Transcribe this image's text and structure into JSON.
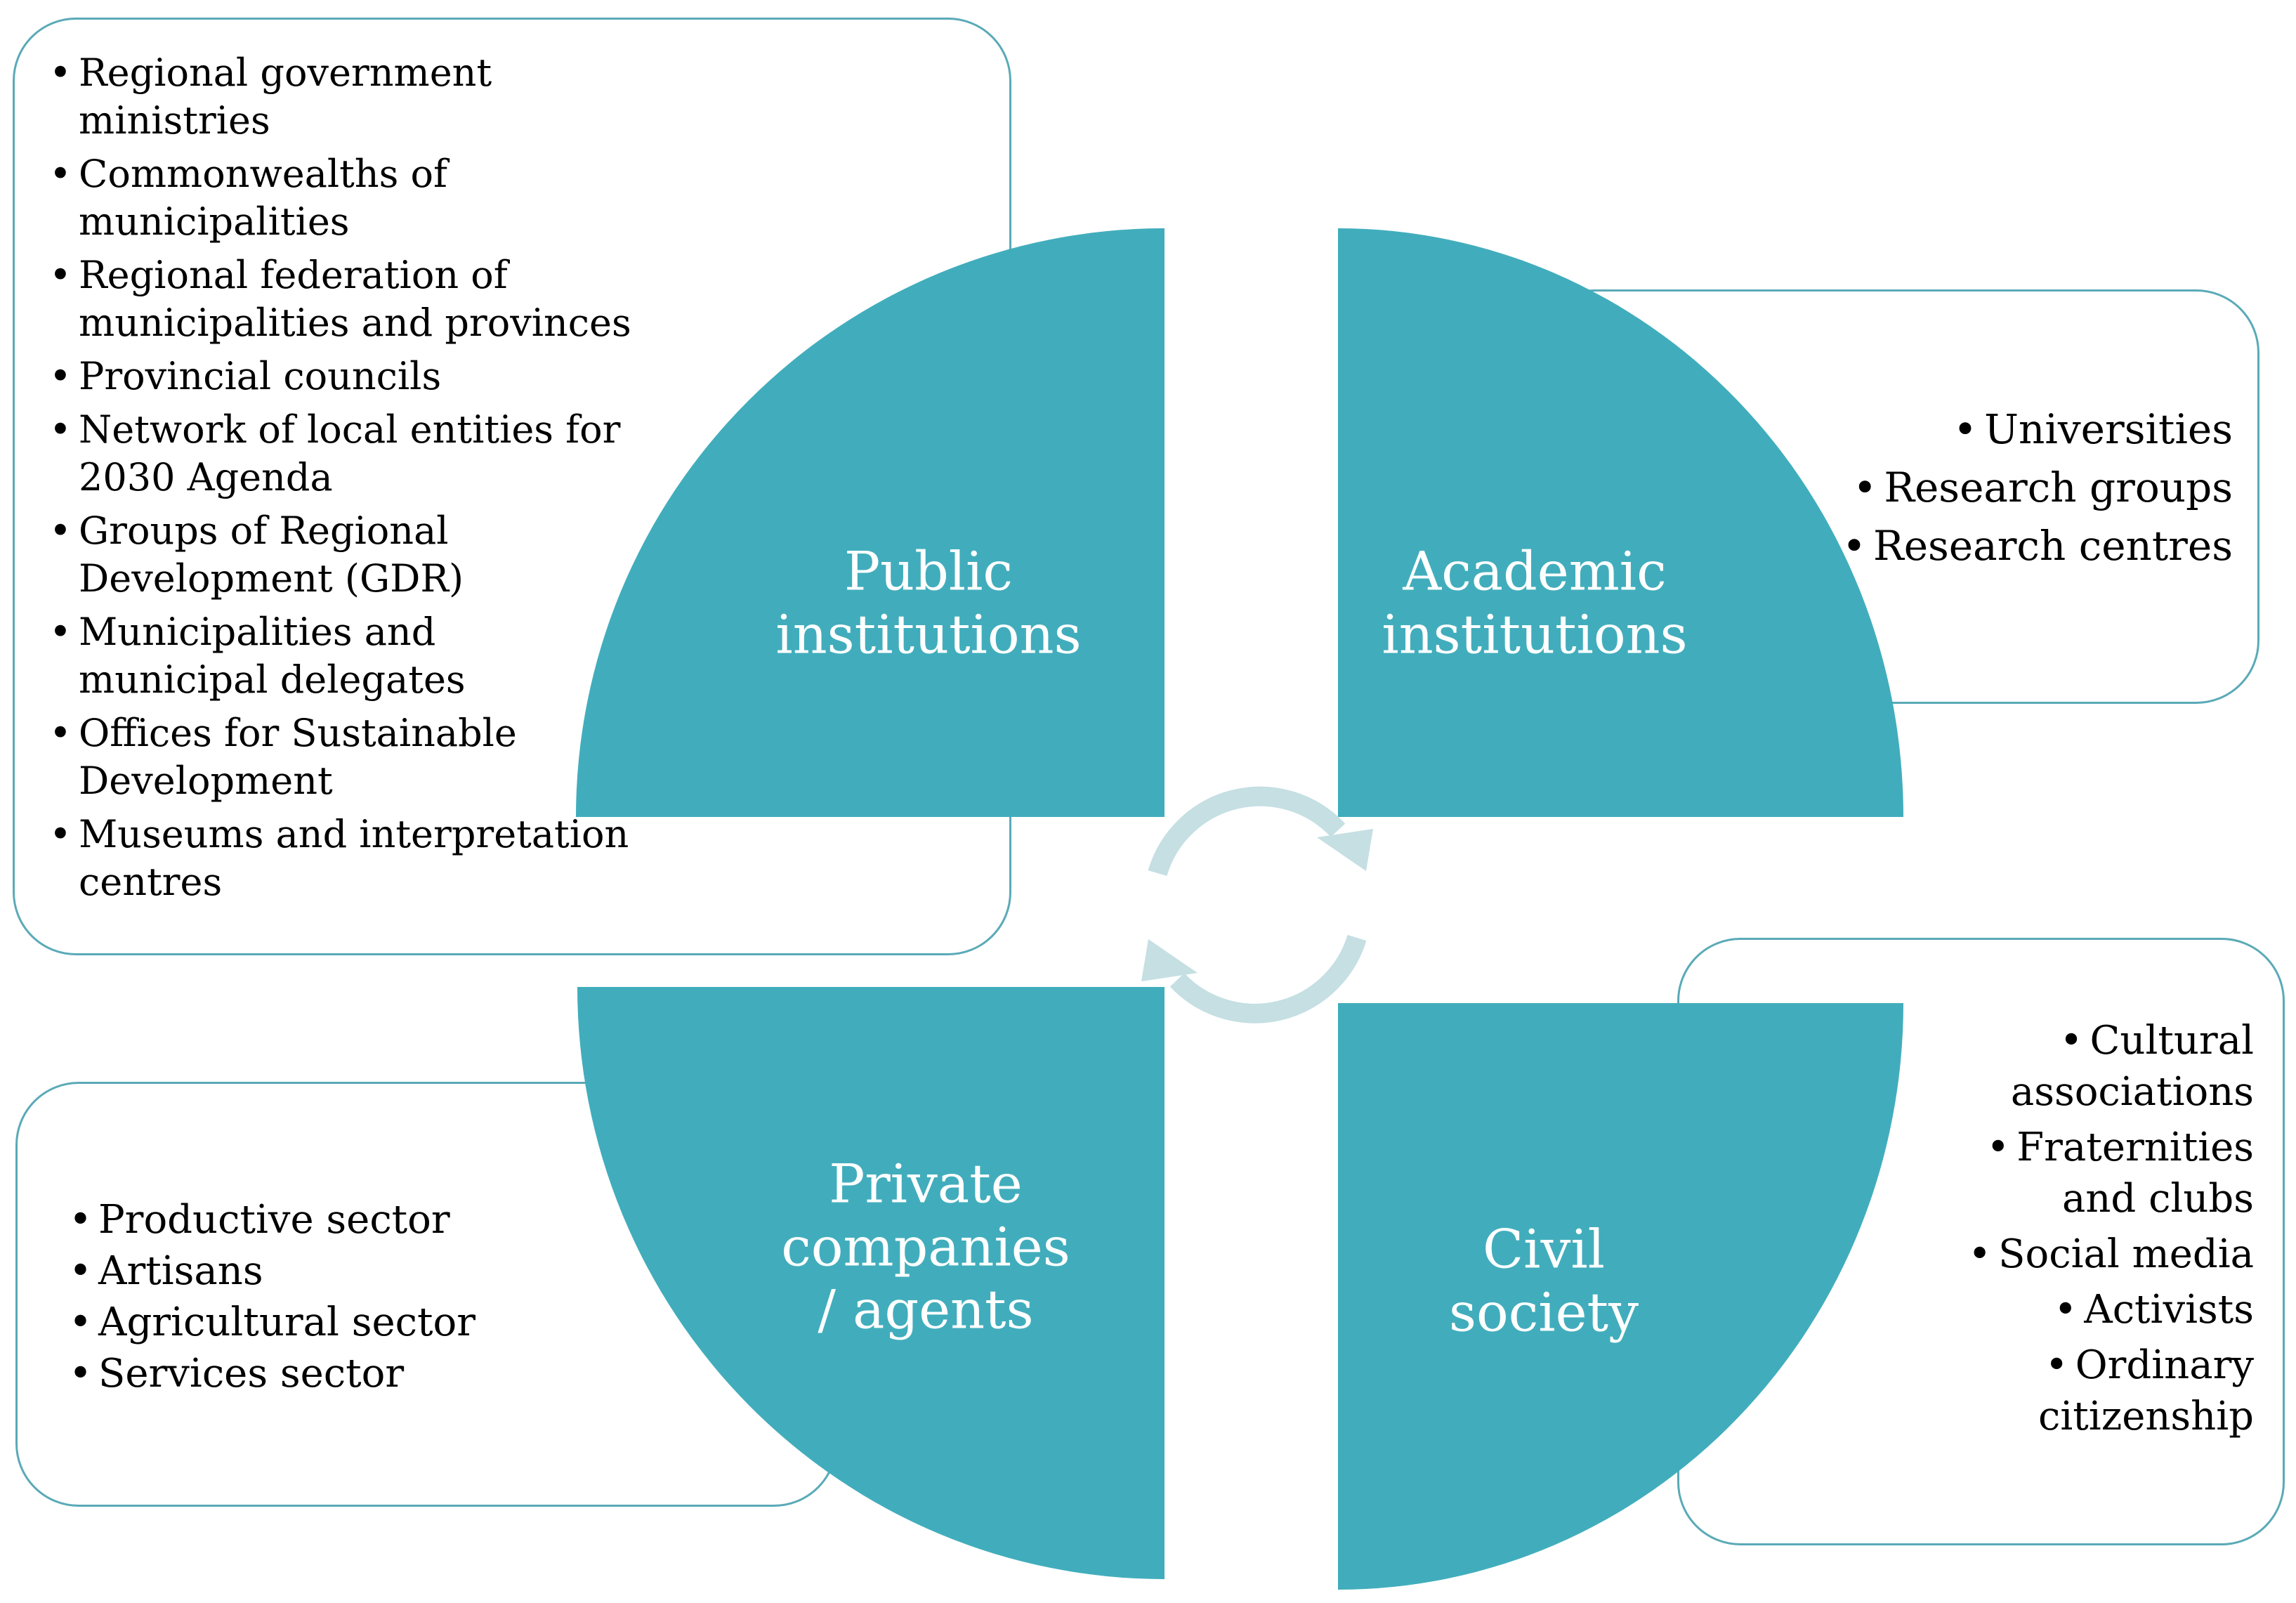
{
  "colors": {
    "quadrant_fill": "#41adbc",
    "box_border": "#5aaab7",
    "cycle_arrows": "#c5dfe3"
  },
  "center_icon": "circular-arrows-icon",
  "quadrants": {
    "public": {
      "label": "Public institutions",
      "items": [
        "Regional government ministries",
        "Commonwealths of municipalities",
        "Regional federation of municipalities and provinces",
        "Provincial councils",
        "Network of local entities for 2030 Agenda",
        "Groups of Regional Development (GDR)",
        "Municipalities and municipal delegates",
        "Offices for Sustainable Development",
        "Museums and interpretation centres"
      ]
    },
    "academic": {
      "label": "Academic institutions",
      "items": [
        "Universities",
        "Research groups",
        "Research centres"
      ]
    },
    "private": {
      "label": "Private companies / agents",
      "items": [
        "Productive sector",
        "Artisans",
        "Agricultural sector",
        "Services sector"
      ]
    },
    "civil": {
      "label": "Civil society",
      "items": [
        "Cultural associations",
        "Fraternities and clubs",
        "Social media",
        "Activists",
        "Ordinary citizenship"
      ]
    }
  }
}
